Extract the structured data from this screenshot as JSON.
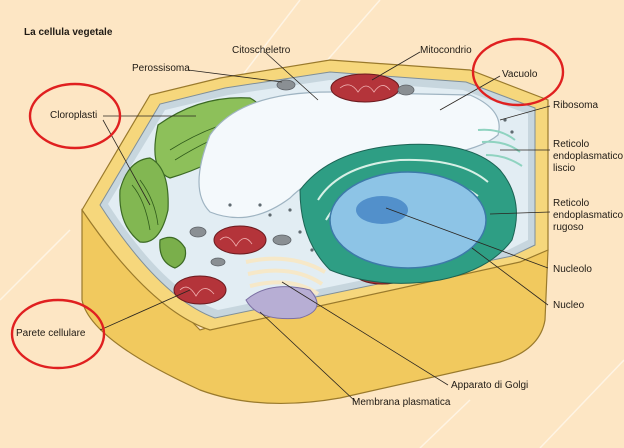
{
  "title": "La cellula vegetale",
  "labels": {
    "citoscheletro": "Citoscheletro",
    "mitocondrio": "Mitocondrio",
    "perossisoma": "Perossisoma",
    "vacuolo": "Vacuolo",
    "cloroplasti": "Cloroplasti",
    "ribosoma": "Ribosoma",
    "rel": "Reticolo endoplasmatico liscio",
    "rer": "Reticolo endoplasmatico rugoso",
    "nucleolo": "Nucleolo",
    "nucleo": "Nucleo",
    "parete": "Parete cellulare",
    "golgi": "Apparato di Golgi",
    "membrana": "Membrana plasmatica"
  },
  "highlighted_labels": [
    "vacuolo",
    "cloroplasti",
    "parete"
  ],
  "colors": {
    "background": "#fde6c4",
    "cell_wall": "#f3cf6a",
    "cytoplasm": "#e4eef4",
    "vacuole": "#f3f8fb",
    "chloroplast": "#7bb24c",
    "mitochondrion": "#b5343a",
    "er": "#2e9e84",
    "nucleus": "#8cc3e6",
    "golgi": "#b7aed4",
    "highlight_circle": "#e02020"
  }
}
